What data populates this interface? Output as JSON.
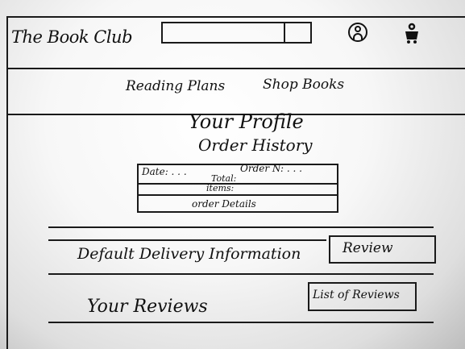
{
  "header": {
    "site_title": "The Book Club",
    "search": {
      "value": "",
      "placeholder": ""
    }
  },
  "nav": {
    "items": [
      {
        "label": "Reading Plans"
      },
      {
        "label": "Shop Books"
      }
    ]
  },
  "profile": {
    "title": "Your Profile",
    "order_history": {
      "heading": "Order History",
      "date_label": "Date: . . .",
      "order_no_label": "Order N: . . .",
      "total_label": "Total:",
      "items_label": "items:",
      "details_link": "order Details"
    }
  },
  "delivery": {
    "label": "Default Delivery Information",
    "button": "Review"
  },
  "reviews": {
    "label": "Your Reviews",
    "button": "List of Reviews"
  },
  "icons": {
    "profile": "user-icon",
    "cart": "cart-icon"
  }
}
